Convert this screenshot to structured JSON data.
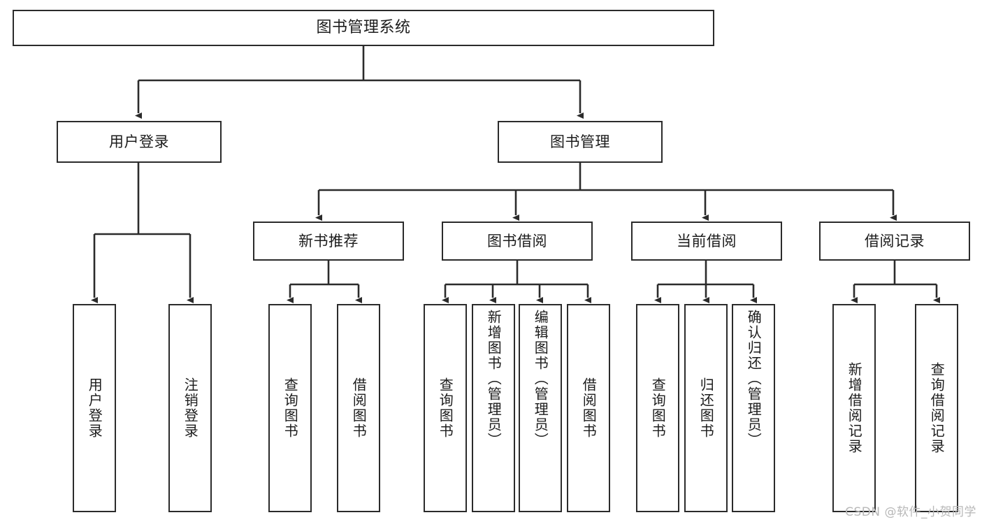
{
  "diagram": {
    "title": "图书管理系统",
    "type": "tree",
    "watermark": "CSDN @软件_小贺同学",
    "colors": {
      "box_border": "#2b2b2b",
      "box_fill": "#ffffff",
      "edge": "#2b2b2b",
      "text": "#1c1c1c",
      "watermark": "#b8b8b8",
      "background": "#ffffff"
    },
    "root": {
      "label": "图书管理系统"
    },
    "level2": [
      {
        "label": "用户登录"
      },
      {
        "label": "图书管理"
      }
    ],
    "level3": [
      {
        "label": "新书推荐"
      },
      {
        "label": "图书借阅"
      },
      {
        "label": "当前借阅"
      },
      {
        "label": "借阅记录"
      }
    ],
    "leaves": {
      "user_login": [
        {
          "label": "用户登录"
        },
        {
          "label": "注销登录"
        }
      ],
      "new_book_recommend": [
        {
          "label": "查询图书"
        },
        {
          "label": "借阅图书"
        }
      ],
      "book_borrow": [
        {
          "label": "查询图书"
        },
        {
          "label": "新增图书（管理员）"
        },
        {
          "label": "编辑图书（管理员）"
        },
        {
          "label": "借阅图书"
        }
      ],
      "current_borrow": [
        {
          "label": "查询图书"
        },
        {
          "label": "归还图书"
        },
        {
          "label": "确认归还（管理员）"
        }
      ],
      "borrow_record": [
        {
          "label": "新增借阅记录"
        },
        {
          "label": "查询借阅记录"
        }
      ]
    }
  }
}
